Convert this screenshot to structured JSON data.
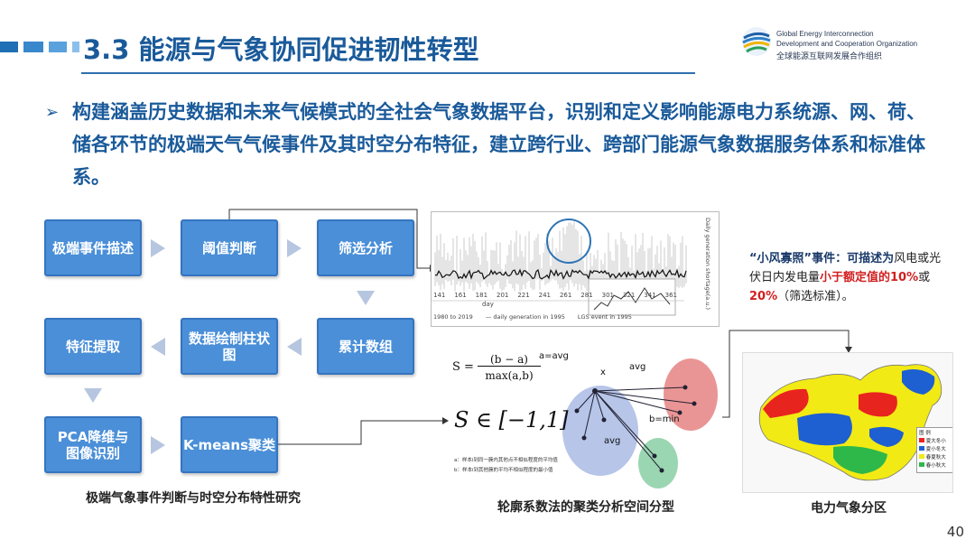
{
  "slide": {
    "title": "3.3 能源与气象协同促进韧性转型",
    "page_number": "40"
  },
  "logo": {
    "en_line1": "Global Energy Interconnection",
    "en_line2": "Development and Cooperation Organization",
    "cn": "全球能源互联网发展合作组织"
  },
  "bullet": {
    "text": "构建涵盖历史数据和未来气候模式的全社会气象数据平台，识别和定义影响能源电力系统源、网、荷、储各环节的极端天气气候事件及其时空分布特征，建立跨行业、跨部门能源气象数据服务体系和标准体系。"
  },
  "flow": {
    "boxes": [
      "极端事件描述",
      "阈值判断",
      "筛选分析",
      "累计数组",
      "数据绘制柱状图",
      "特征提取",
      "PCA降维与图像识别",
      "K-means聚类"
    ],
    "caption": "极端气象事件判断与时空分布特性研究"
  },
  "chart": {
    "x_ticks": [
      "141",
      "161",
      "181",
      "201",
      "221",
      "241",
      "261",
      "281",
      "301",
      "321",
      "341",
      "361"
    ],
    "xlabel": "day",
    "right_axis_label": "Daily generation shortage(a.u.)",
    "legend": [
      "1980 to 2019",
      "daily generation in 1995",
      "LGS event in 1995"
    ],
    "colors": {
      "range": "#a8a8a8",
      "series": "#111111",
      "circle": "#2e74b5"
    }
  },
  "cluster": {
    "formula1_lhs": "S =",
    "formula1_num": "(b − a)",
    "formula1_den": "max(a,b)",
    "formula2": "S ∈ [−1,1]",
    "labels": [
      "a=avg",
      "x",
      "avg",
      "b=min",
      "avg"
    ],
    "note_a": "a：样本i到同一簇内其他点不相似程度的平均值",
    "note_b": "b：样本i到其他簇的平均不相似程度的最小值",
    "caption": "轮廓系数法的聚类分析空间分型"
  },
  "annotation": {
    "part1": "“小风寡照”事件：可描述为",
    "part2": "风电或光伏日内发电量",
    "part3": "小于额定值的10%",
    "part4": "或",
    "part5": "20%",
    "part6": "（筛选标准）。"
  },
  "map": {
    "legend_title": "图 例",
    "legend_items": [
      "夏大冬小",
      "夏小冬大",
      "春夏秋大",
      "春小秋大"
    ],
    "legend_colors": [
      "#e8241f",
      "#1e5fd1",
      "#f2ea14",
      "#2fb84a"
    ],
    "caption": "电力气象分区"
  }
}
